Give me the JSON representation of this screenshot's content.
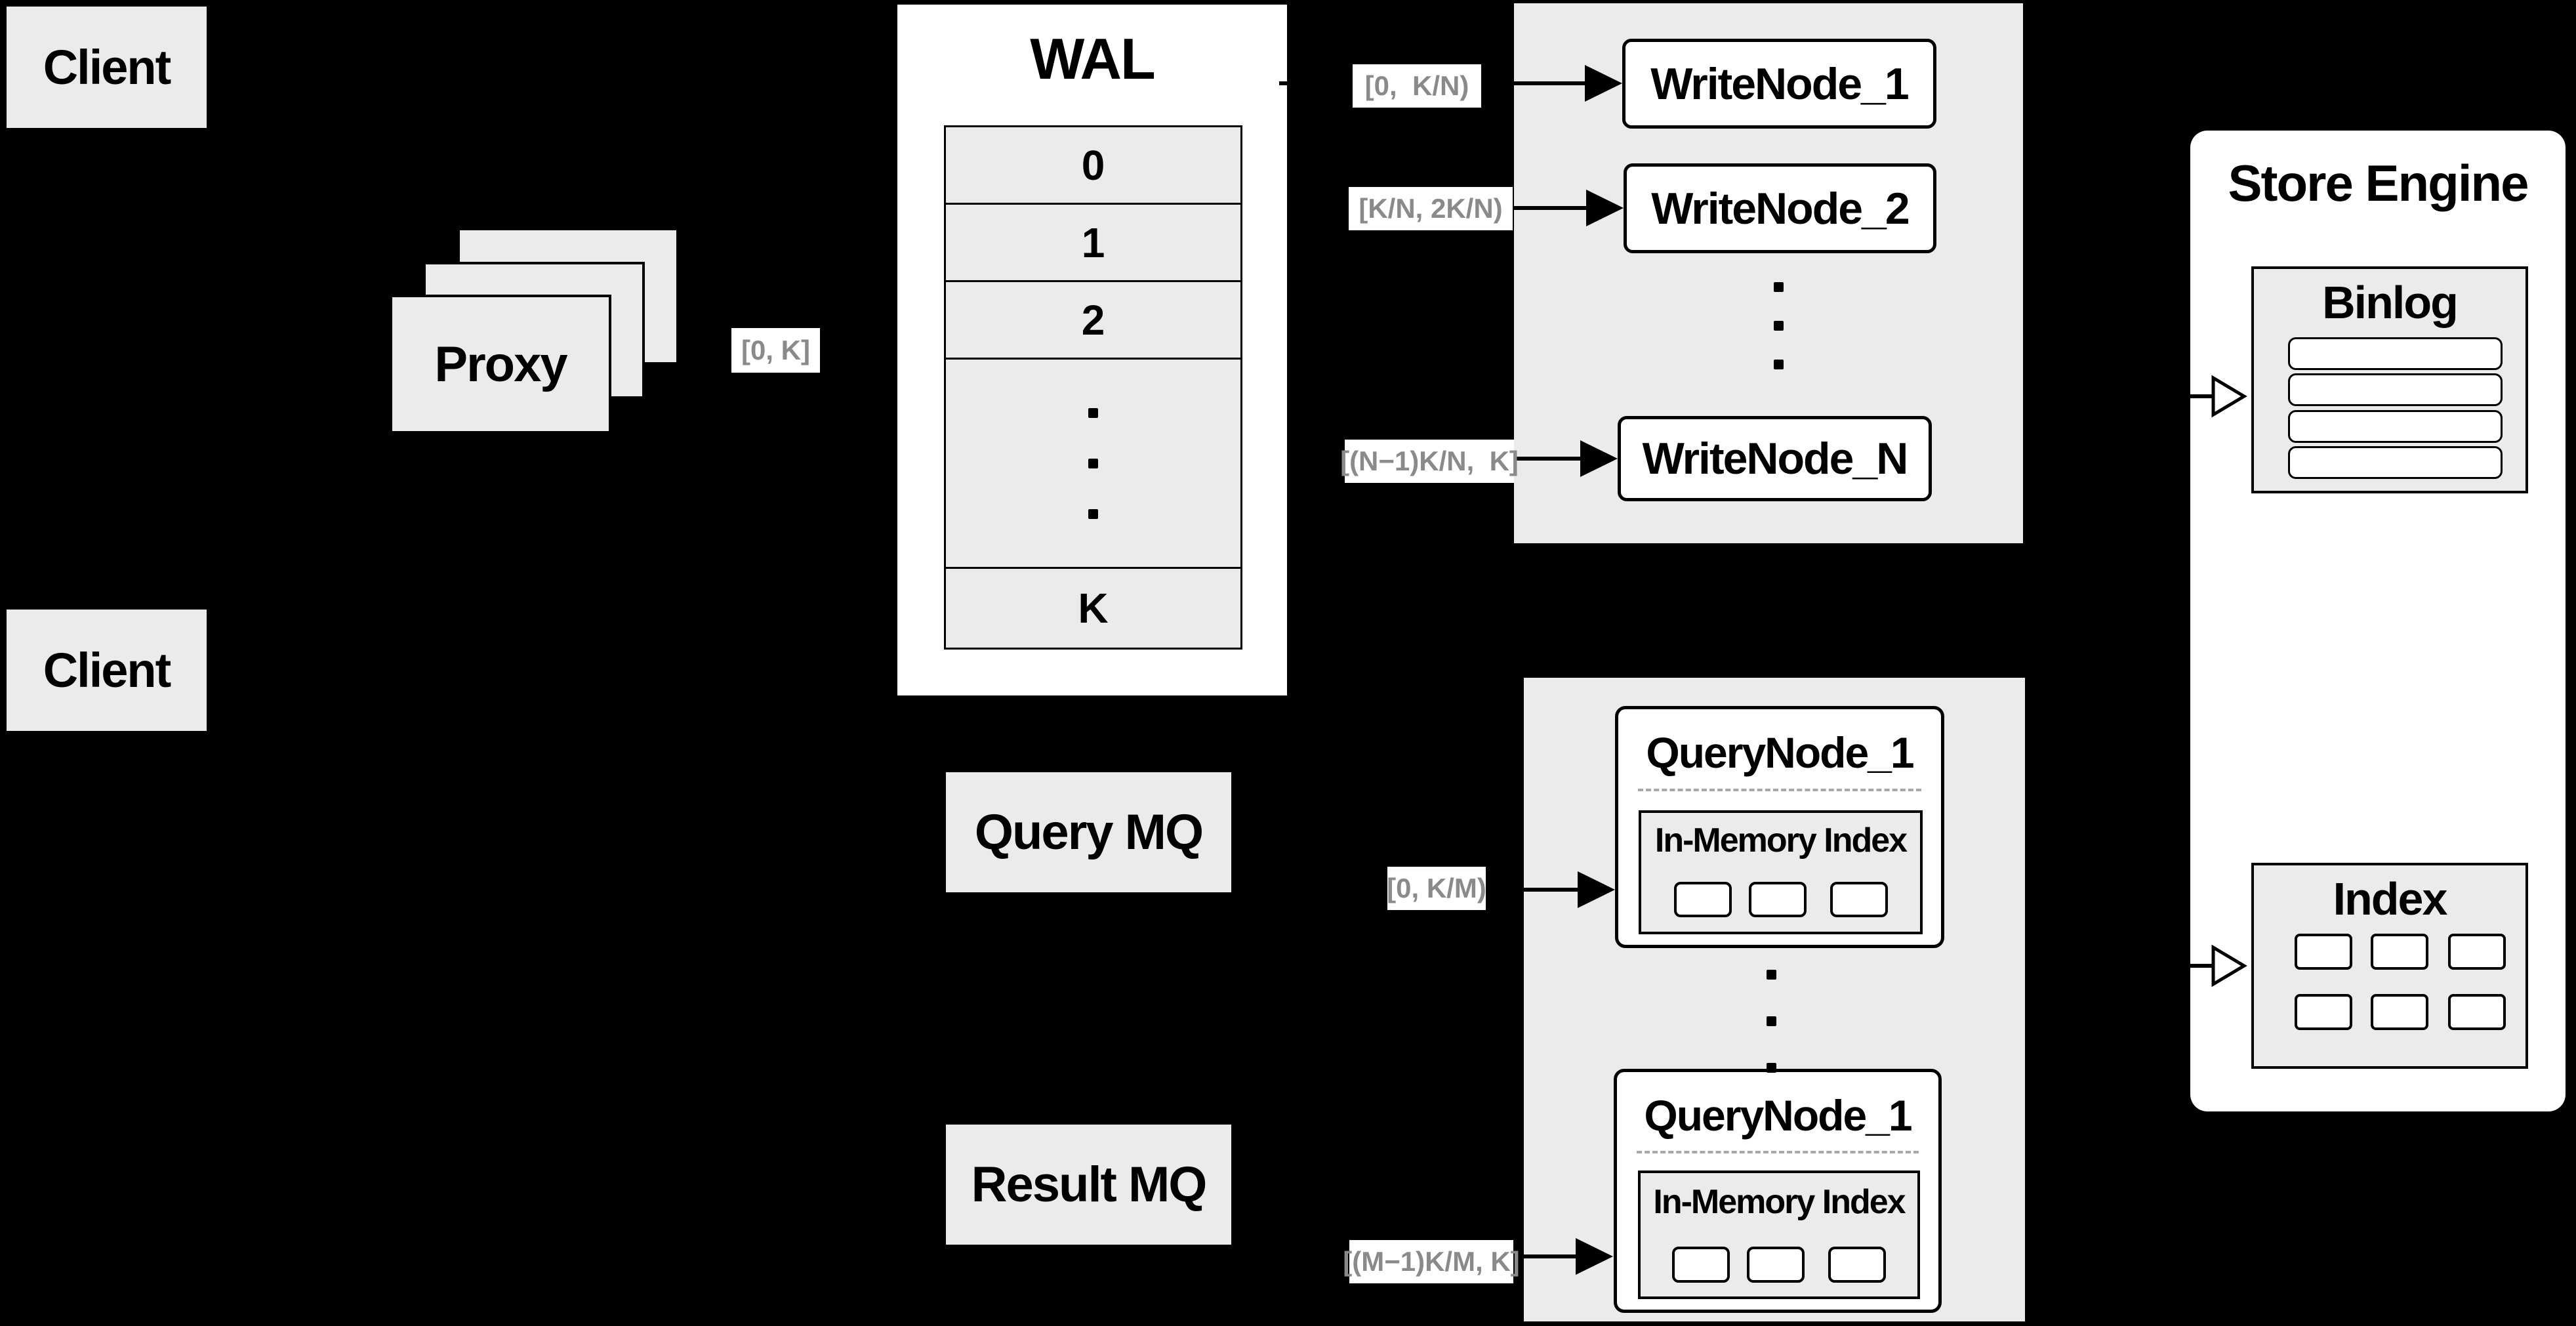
{
  "diagram": {
    "clients": [
      {
        "label": "Client"
      },
      {
        "label": "Client"
      }
    ],
    "proxy": {
      "label": "Proxy"
    },
    "wal": {
      "title": "WAL",
      "rows": [
        "0",
        "1",
        "2",
        "K"
      ]
    },
    "query_mq": {
      "label": "Query MQ"
    },
    "result_mq": {
      "label": "Result MQ"
    },
    "write_nodes": {
      "items": [
        "WriteNode_1",
        "WriteNode_2",
        "WriteNode_N"
      ]
    },
    "query_nodes": {
      "items": [
        {
          "title": "QueryNode_1",
          "inner_title": "In-Memory Index"
        },
        {
          "title": "QueryNode_1",
          "inner_title": "In-Memory Index"
        }
      ]
    },
    "store_engine": {
      "title": "Store Engine",
      "binlog": {
        "title": "Binlog"
      },
      "index": {
        "title": "Index"
      }
    },
    "range_labels": {
      "proxy_to_wal": "[0, K]",
      "wal_to_write_node_1": "[0,  K/N)",
      "wal_to_write_node_2": "[K/N, 2K/N)",
      "wal_to_write_node_n": "[(N−1)K/N,  K]",
      "query_mq_to_query_node_1": "[0, K/M)",
      "query_mq_to_query_node_m": "[(M−1)K/M, K]"
    }
  },
  "colors": {
    "background": "#000000",
    "container_gray": "#ebebeb",
    "box_white": "#ffffff",
    "border_black": "#000000",
    "range_label_text": "#8a8a8a",
    "dashed_separator": "#a8a8a8"
  }
}
